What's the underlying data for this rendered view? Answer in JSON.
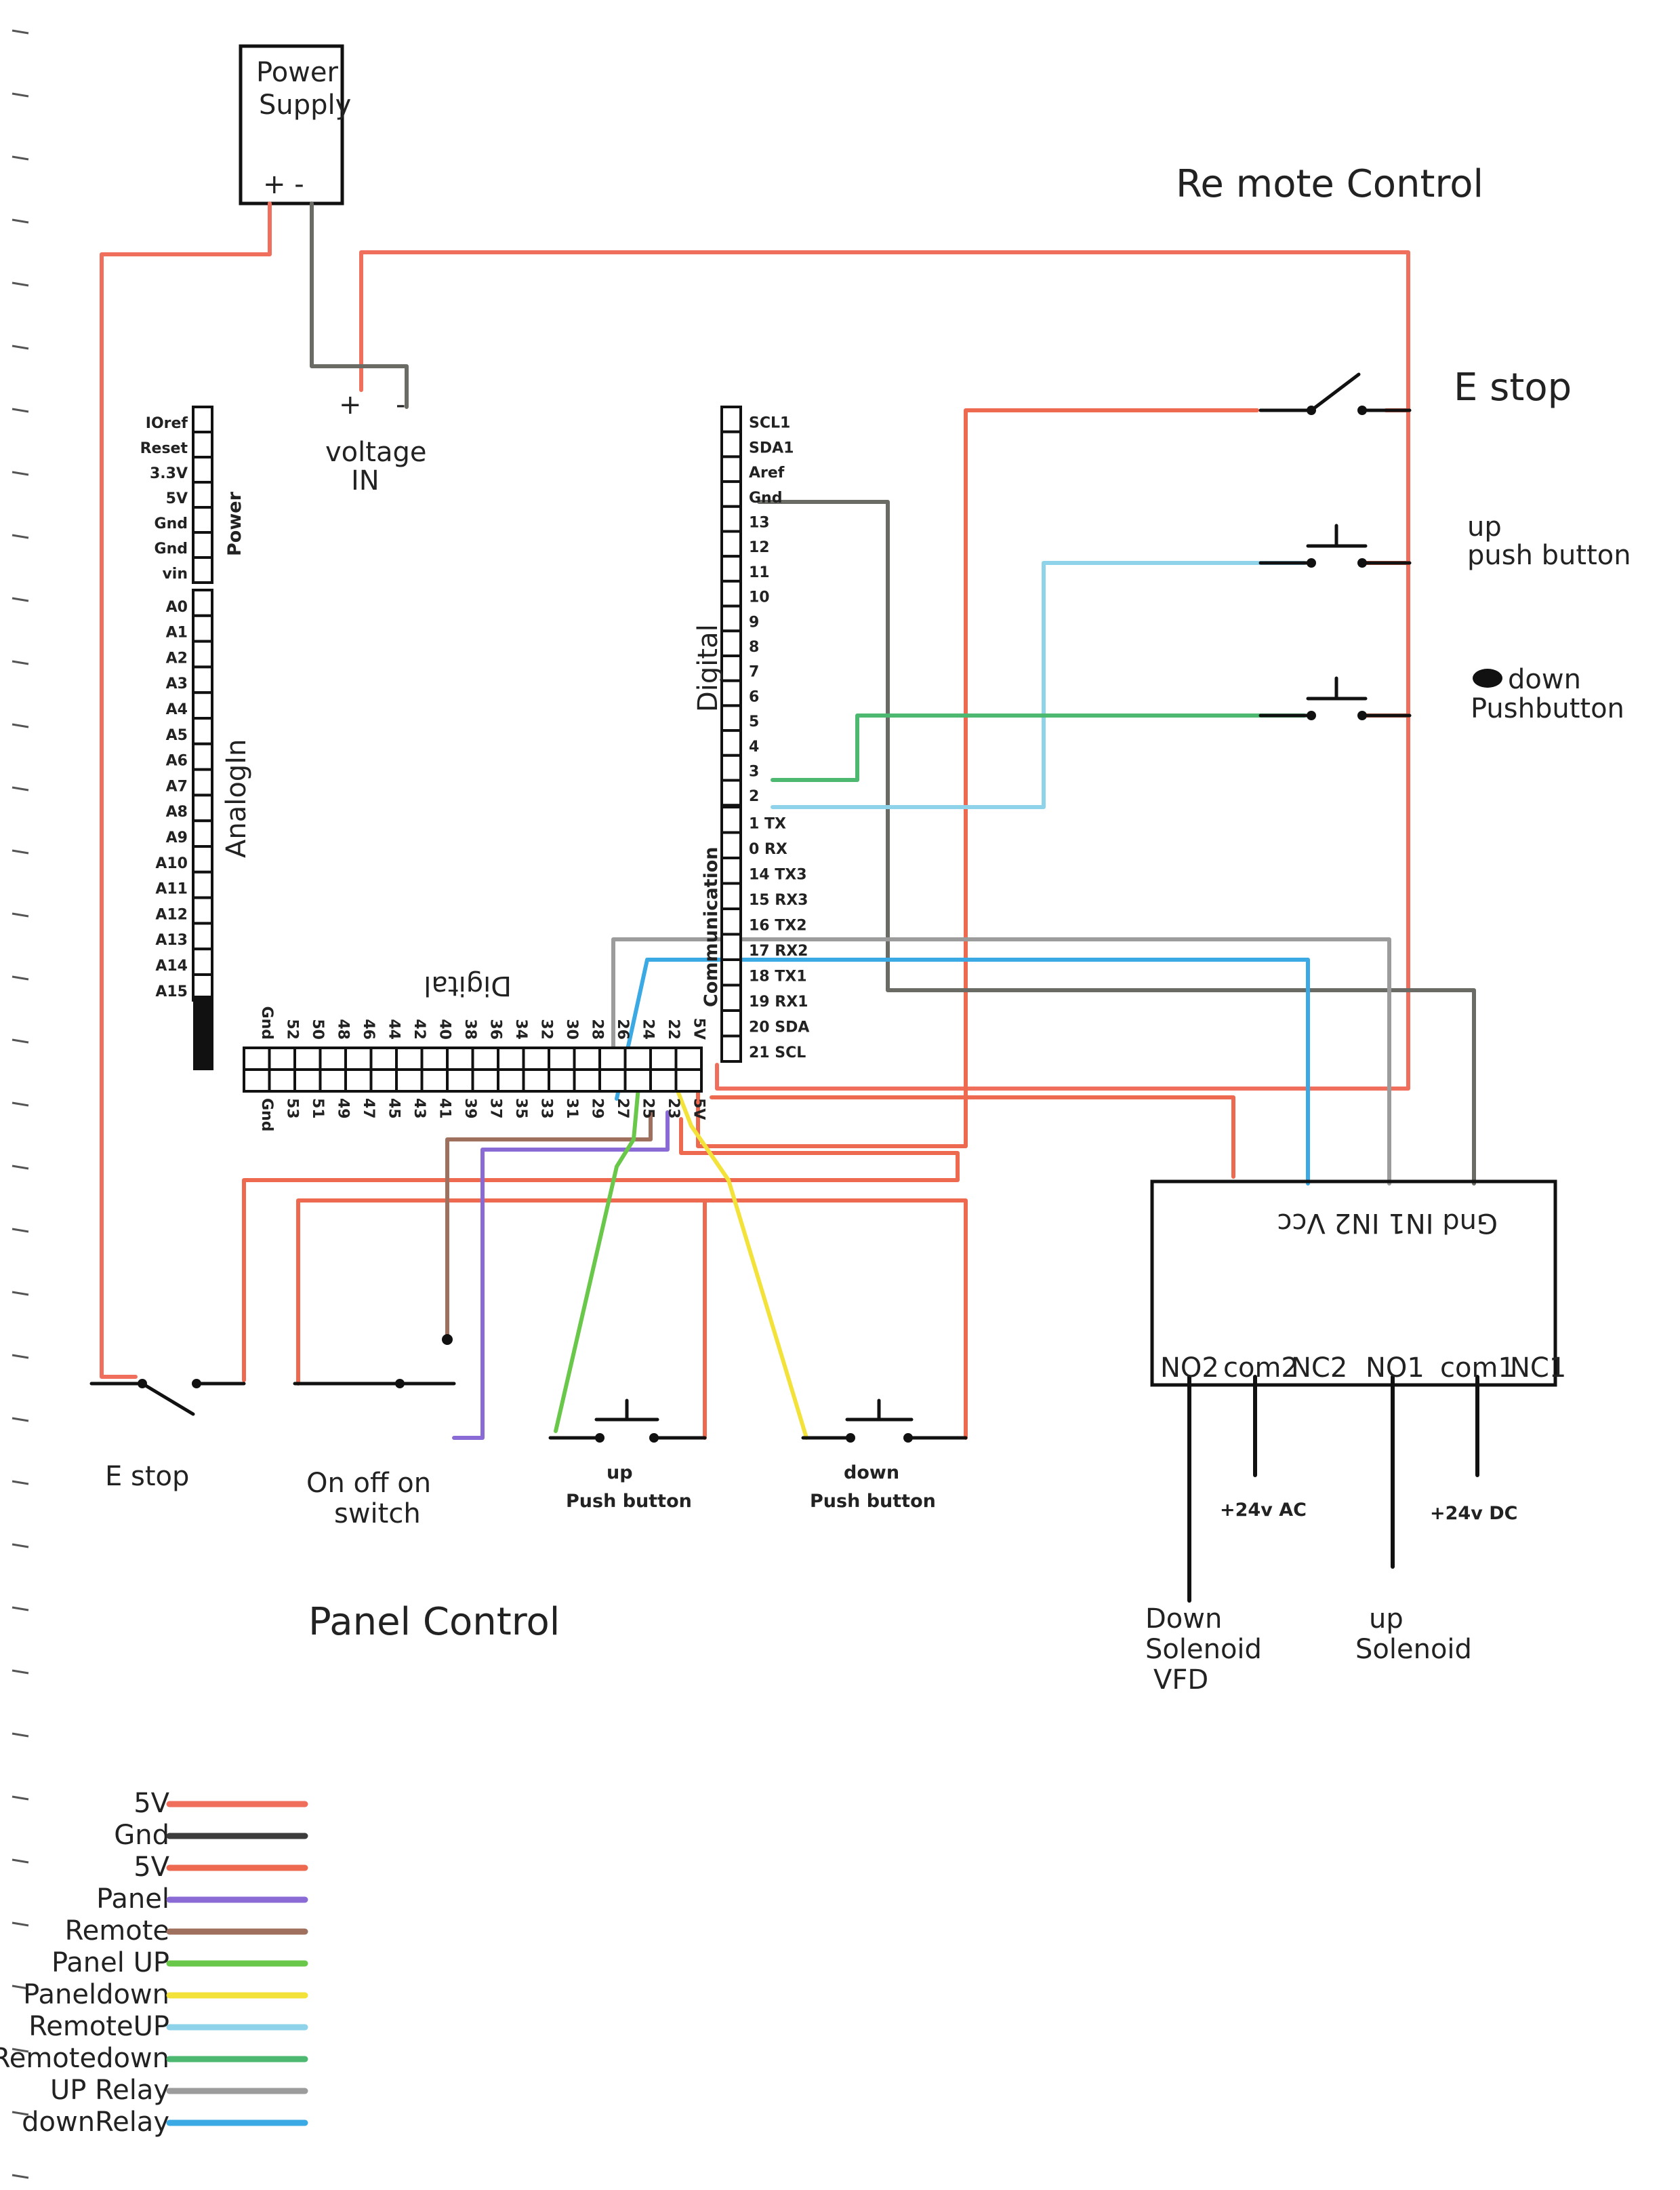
{
  "colors": {
    "five_v": "#ef6f5c",
    "gnd": "#6b6b66",
    "five_v_2": "#ed6a50",
    "panel": "#8a6bd6",
    "remote": "#a0705e",
    "panel_up": "#69c74a",
    "panel_down": "#f3e23a",
    "remote_up": "#8fd3ea",
    "remote_down": "#4db870",
    "up_relay": "#9c9c9c",
    "down_relay": "#3ba9e3",
    "ink": "#111111"
  },
  "power_supply": {
    "title_line1": "Power",
    "title_line2": "Supply",
    "terminals": "+  -"
  },
  "voltage_in": {
    "line1": "voltage",
    "line2": "IN",
    "plus": "+",
    "minus": "-"
  },
  "section_titles": {
    "remote": "Re mote    Control",
    "panel": "Panel    Control"
  },
  "remote_side": {
    "estop": "E stop",
    "up_line1": "up",
    "up_line2": "push button",
    "down_line1": "down",
    "down_line2": "Pushbutton"
  },
  "panel_side": {
    "estop": "E stop",
    "onoff_line1": "On off on",
    "onoff_line2": "switch",
    "up_line1": "up",
    "up_line2": "Push button",
    "down_line1": "down",
    "down_line2": "Push button"
  },
  "arduino": {
    "power_header": [
      "IOref",
      "Reset",
      "3.3V",
      "5V",
      "Gnd",
      "Gnd",
      "vin"
    ],
    "power_label": "Power",
    "analog_header": [
      "A0",
      "A1",
      "A2",
      "A3",
      "A4",
      "A5",
      "A6",
      "A7",
      "A8",
      "A9",
      "A10",
      "A11",
      "A12",
      "A13",
      "A14",
      "A15"
    ],
    "analog_label": "AnalogIn",
    "digital_header_top": [
      "SCL1",
      "SDA1",
      "Aref",
      "Gnd",
      "13",
      "12",
      "11",
      "10",
      "9",
      "8",
      "7",
      "6",
      "5",
      "4",
      "3",
      "2"
    ],
    "digital_label": "Digital",
    "comm_header": [
      "1 TX",
      "0 RX",
      "14 TX3",
      "15 RX3",
      "16 TX2",
      "17 RX2",
      "18 TX1",
      "19 RX1",
      "20 SDA",
      "21 SCL"
    ],
    "comm_label": "Communication",
    "bottom_top_row": [
      "Gnd",
      "52",
      "50",
      "48",
      "46",
      "44",
      "42",
      "40",
      "38",
      "36",
      "34",
      "32",
      "30",
      "28",
      "26",
      "24",
      "22",
      "5V"
    ],
    "bottom_bottom_row": [
      "Gnd",
      "53",
      "51",
      "49",
      "47",
      "45",
      "43",
      "41",
      "39",
      "37",
      "35",
      "33",
      "31",
      "29",
      "27",
      "25",
      "23",
      "5V"
    ],
    "bottom_label": "Digital"
  },
  "relay": {
    "top_pins": "Gnd IN1 IN2 Vcc",
    "bottom_pins": [
      "NO2",
      "com2",
      "NC2",
      "NO1",
      "com1",
      "NC1"
    ],
    "supply_ac": "+24v AC",
    "supply_dc": "+24v DC",
    "down_output_line1": "Down",
    "down_output_line2": "Solenoid",
    "down_output_line3": "VFD",
    "up_output_line1": "up",
    "up_output_line2": "Solenoid"
  },
  "legend": [
    {
      "label": "5V",
      "color": "#ef6f5c"
    },
    {
      "label": "Gnd",
      "color": "#3c3c3c"
    },
    {
      "label": "5V",
      "color": "#ed6a50"
    },
    {
      "label": "Panel",
      "color": "#8a6bd6"
    },
    {
      "label": "Remote",
      "color": "#a0705e"
    },
    {
      "label": "Panel UP",
      "color": "#69c74a"
    },
    {
      "label": "Paneldown",
      "color": "#f3e23a"
    },
    {
      "label": "RemoteUP",
      "color": "#8fd3ea"
    },
    {
      "label": "Remotedown",
      "color": "#4db870"
    },
    {
      "label": "UP Relay",
      "color": "#9c9c9c"
    },
    {
      "label": "downRelay",
      "color": "#3ba9e3"
    }
  ]
}
